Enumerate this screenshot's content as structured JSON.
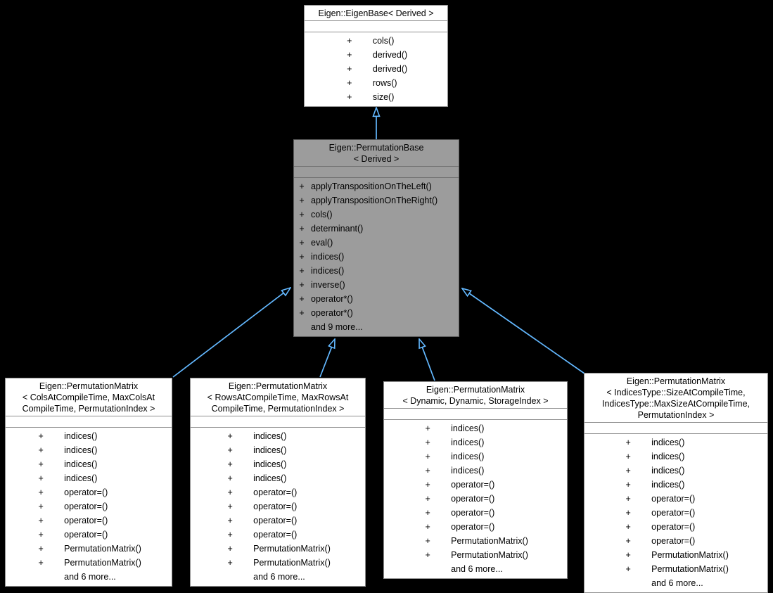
{
  "diagram": {
    "kind": "uml-class-inheritance",
    "colors": {
      "background": "#000000",
      "node_fill": "#ffffff",
      "highlight_node_fill": "#9c9c9c",
      "node_border": "#8f8f8f",
      "edge": "#63b8ff",
      "text": "#000000"
    },
    "classes": [
      {
        "id": "eigenbase",
        "title": "Eigen::EigenBase< Derived >",
        "members": [
          {
            "sign": "+",
            "name": "cols()"
          },
          {
            "sign": "+",
            "name": "derived()"
          },
          {
            "sign": "+",
            "name": "derived()"
          },
          {
            "sign": "+",
            "name": "rows()"
          },
          {
            "sign": "+",
            "name": "size()"
          }
        ]
      },
      {
        "id": "permutationbase",
        "title": "Eigen::PermutationBase\n< Derived >",
        "highlighted": true,
        "members": [
          {
            "sign": "+",
            "name": "applyTranspositionOnTheLeft()"
          },
          {
            "sign": "+",
            "name": "applyTranspositionOnTheRight()"
          },
          {
            "sign": "+",
            "name": "cols()"
          },
          {
            "sign": "+",
            "name": "determinant()"
          },
          {
            "sign": "+",
            "name": "eval()"
          },
          {
            "sign": "+",
            "name": "indices()"
          },
          {
            "sign": "+",
            "name": "indices()"
          },
          {
            "sign": "+",
            "name": "inverse()"
          },
          {
            "sign": "+",
            "name": "operator*()"
          },
          {
            "sign": "+",
            "name": "operator*()"
          },
          {
            "sign": "",
            "name": "and 9 more..."
          }
        ]
      },
      {
        "id": "permutationmatrix-cols",
        "title": "Eigen::PermutationMatrix\n< ColsAtCompileTime, MaxColsAt\nCompileTime, PermutationIndex >",
        "members": [
          {
            "sign": "+",
            "name": "indices()"
          },
          {
            "sign": "+",
            "name": "indices()"
          },
          {
            "sign": "+",
            "name": "indices()"
          },
          {
            "sign": "+",
            "name": "indices()"
          },
          {
            "sign": "+",
            "name": "operator=()"
          },
          {
            "sign": "+",
            "name": "operator=()"
          },
          {
            "sign": "+",
            "name": "operator=()"
          },
          {
            "sign": "+",
            "name": "operator=()"
          },
          {
            "sign": "+",
            "name": "PermutationMatrix()"
          },
          {
            "sign": "+",
            "name": "PermutationMatrix()"
          },
          {
            "sign": "",
            "name": "and 6 more..."
          }
        ]
      },
      {
        "id": "permutationmatrix-rows",
        "title": "Eigen::PermutationMatrix\n< RowsAtCompileTime, MaxRowsAt\nCompileTime, PermutationIndex >",
        "members": [
          {
            "sign": "+",
            "name": "indices()"
          },
          {
            "sign": "+",
            "name": "indices()"
          },
          {
            "sign": "+",
            "name": "indices()"
          },
          {
            "sign": "+",
            "name": "indices()"
          },
          {
            "sign": "+",
            "name": "operator=()"
          },
          {
            "sign": "+",
            "name": "operator=()"
          },
          {
            "sign": "+",
            "name": "operator=()"
          },
          {
            "sign": "+",
            "name": "operator=()"
          },
          {
            "sign": "+",
            "name": "PermutationMatrix()"
          },
          {
            "sign": "+",
            "name": "PermutationMatrix()"
          },
          {
            "sign": "",
            "name": "and 6 more..."
          }
        ]
      },
      {
        "id": "permutationmatrix-dynamic",
        "title": "Eigen::PermutationMatrix\n< Dynamic, Dynamic, StorageIndex >",
        "members": [
          {
            "sign": "+",
            "name": "indices()"
          },
          {
            "sign": "+",
            "name": "indices()"
          },
          {
            "sign": "+",
            "name": "indices()"
          },
          {
            "sign": "+",
            "name": "indices()"
          },
          {
            "sign": "+",
            "name": "operator=()"
          },
          {
            "sign": "+",
            "name": "operator=()"
          },
          {
            "sign": "+",
            "name": "operator=()"
          },
          {
            "sign": "+",
            "name": "operator=()"
          },
          {
            "sign": "+",
            "name": "PermutationMatrix()"
          },
          {
            "sign": "+",
            "name": "PermutationMatrix()"
          },
          {
            "sign": "",
            "name": "and 6 more..."
          }
        ]
      },
      {
        "id": "permutationmatrix-indicestype",
        "title": "Eigen::PermutationMatrix\n< IndicesType::SizeAtCompileTime,\nIndicesType::MaxSizeAtCompileTime,\nPermutationIndex >",
        "members": [
          {
            "sign": "+",
            "name": "indices()"
          },
          {
            "sign": "+",
            "name": "indices()"
          },
          {
            "sign": "+",
            "name": "indices()"
          },
          {
            "sign": "+",
            "name": "indices()"
          },
          {
            "sign": "+",
            "name": "operator=()"
          },
          {
            "sign": "+",
            "name": "operator=()"
          },
          {
            "sign": "+",
            "name": "operator=()"
          },
          {
            "sign": "+",
            "name": "operator=()"
          },
          {
            "sign": "+",
            "name": "PermutationMatrix()"
          },
          {
            "sign": "+",
            "name": "PermutationMatrix()"
          },
          {
            "sign": "",
            "name": "and 6 more..."
          }
        ]
      }
    ],
    "edges": [
      {
        "from": "permutationbase",
        "to": "eigenbase",
        "type": "inheritance"
      },
      {
        "from": "permutationmatrix-cols",
        "to": "permutationbase",
        "type": "inheritance"
      },
      {
        "from": "permutationmatrix-rows",
        "to": "permutationbase",
        "type": "inheritance"
      },
      {
        "from": "permutationmatrix-dynamic",
        "to": "permutationbase",
        "type": "inheritance"
      },
      {
        "from": "permutationmatrix-indicestype",
        "to": "permutationbase",
        "type": "inheritance"
      }
    ]
  }
}
